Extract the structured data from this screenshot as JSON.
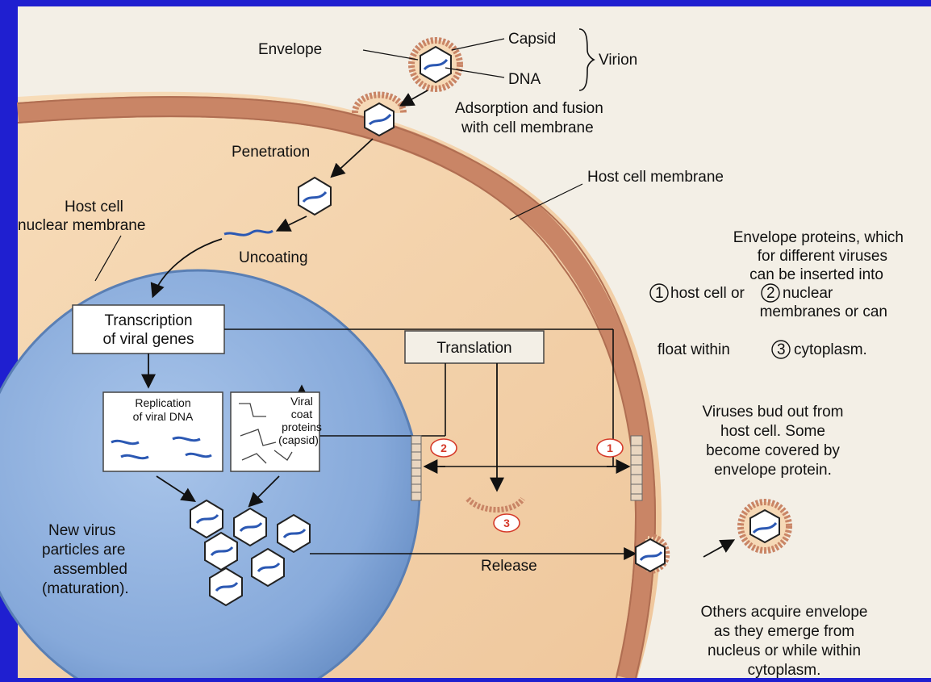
{
  "labels": {
    "capsid": "Capsid",
    "envelope": "Envelope",
    "dna": "DNA",
    "virion": "Virion",
    "adsorption_1": "Adsorption and fusion",
    "adsorption_2": "with cell membrane",
    "penetration": "Penetration",
    "host_cell_membrane": "Host cell membrane",
    "host_cell_nuclear_1": "Host cell",
    "host_cell_nuclear_2": "nuclear membrane",
    "uncoating": "Uncoating",
    "envelope_proteins": [
      "Envelope proteins, which",
      "for different viruses",
      "can be inserted into",
      "host cell or",
      "nuclear",
      "membranes or can",
      "float within",
      "cytoplasm."
    ],
    "transcription": [
      "Transcription",
      "of viral genes"
    ],
    "translation": "Translation",
    "replication": [
      "Replication",
      "of viral DNA"
    ],
    "viral_coat": [
      "Viral",
      "coat",
      "proteins",
      "(capsid)"
    ],
    "bud_out": [
      "Viruses bud out from",
      "host cell. Some",
      "become covered by",
      "envelope protein."
    ],
    "new_virus": [
      "New virus",
      "particles are",
      "assembled",
      "(maturation)."
    ],
    "release": "Release",
    "others": [
      "Others acquire envelope",
      "as they emerge from",
      "nucleus or while within",
      "cytoplasm."
    ],
    "bubble_1": "1",
    "bubble_2": "2",
    "bubble_3": "3"
  },
  "colors": {
    "frame": "#1f1fd0",
    "cytoplasm": "#f6d9b6",
    "membrane": "#c98566",
    "nucleus": "#7fa5d8",
    "paper": "#f3efe6",
    "accent": "#d53a2a"
  }
}
